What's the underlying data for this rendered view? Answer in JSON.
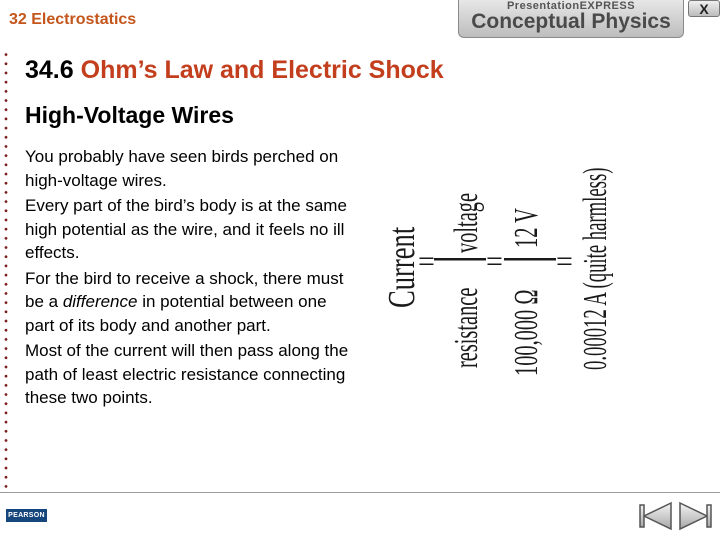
{
  "header": {
    "chapter": "32 Electrostatics",
    "brand_top": "PresentationEXPRESS",
    "brand_main": "Conceptual Physics",
    "close_label": "X"
  },
  "slide": {
    "section_number": "34.6",
    "section_title": "Ohm’s Law and Electric Shock",
    "subtitle": "High-Voltage Wires",
    "paragraphs": [
      "You probably have seen birds perched on high-voltage wires.",
      "Every part of the bird’s body is at the same high potential as the wire, and it feels no ill effects.",
      "Most of the current will then pass along the path of least electric resistance connecting these two points."
    ],
    "para3": {
      "before": "For the bird to receive a shock, there must be a ",
      "emphasis": "difference",
      "after": " in potential between one part of its body and another part."
    }
  },
  "equation": {
    "lhs": "Current",
    "equals": "=",
    "numerator_label": "voltage",
    "denominator_label": "resistance",
    "numerator_value": "12 V",
    "denominator_value": "100,000 Ω",
    "result": "0.00012 A (quite harmless)"
  },
  "footer": {
    "publisher": "PEARSON"
  },
  "icons": {
    "prev": "nav-prev-icon",
    "next": "nav-next-icon"
  }
}
